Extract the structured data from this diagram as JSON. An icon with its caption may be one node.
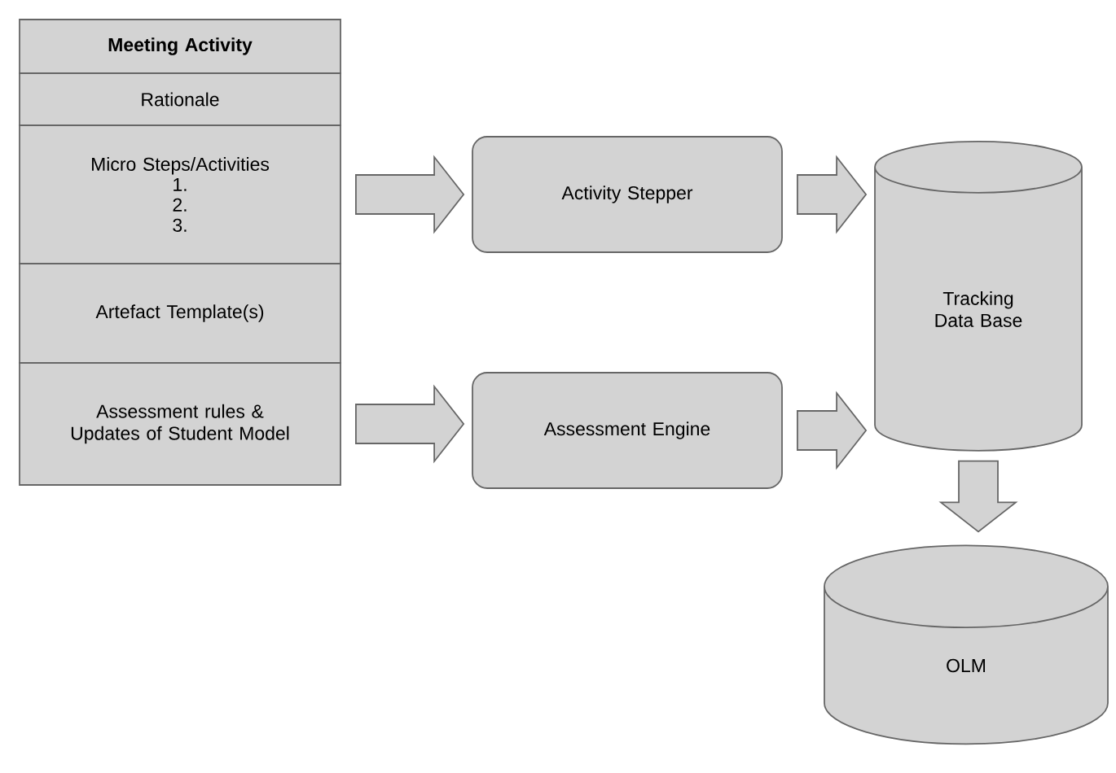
{
  "diagram": {
    "nodes": [
      {
        "text": [
          "Meeting Activity"
        ]
      },
      {
        "text": [
          "Rationale"
        ]
      },
      {
        "text": [
          "Micro Steps/Activities",
          "1.",
          "2.",
          "3."
        ]
      },
      {
        "text": [
          "Artefact Template(s)"
        ]
      },
      {
        "text": [
          "Assessment rules & Updates of Student Model"
        ]
      },
      {
        "text": [
          "Activity Stepper"
        ]
      },
      {
        "text": [
          "Assessment Engine"
        ]
      },
      {
        "text": [
          "Tracking Data Base"
        ]
      },
      {
        "text": [
          "OLM"
        ]
      }
    ],
    "edges": [
      {
        "from": 2,
        "to": 5,
        "arrow": "to"
      },
      {
        "from": 4,
        "to": 6,
        "arrow": "to"
      },
      {
        "from": 5,
        "to": 7,
        "arrow": "to"
      },
      {
        "from": 6,
        "to": 7,
        "arrow": "to"
      },
      {
        "from": 7,
        "to": 8,
        "arrow": "to"
      }
    ]
  }
}
